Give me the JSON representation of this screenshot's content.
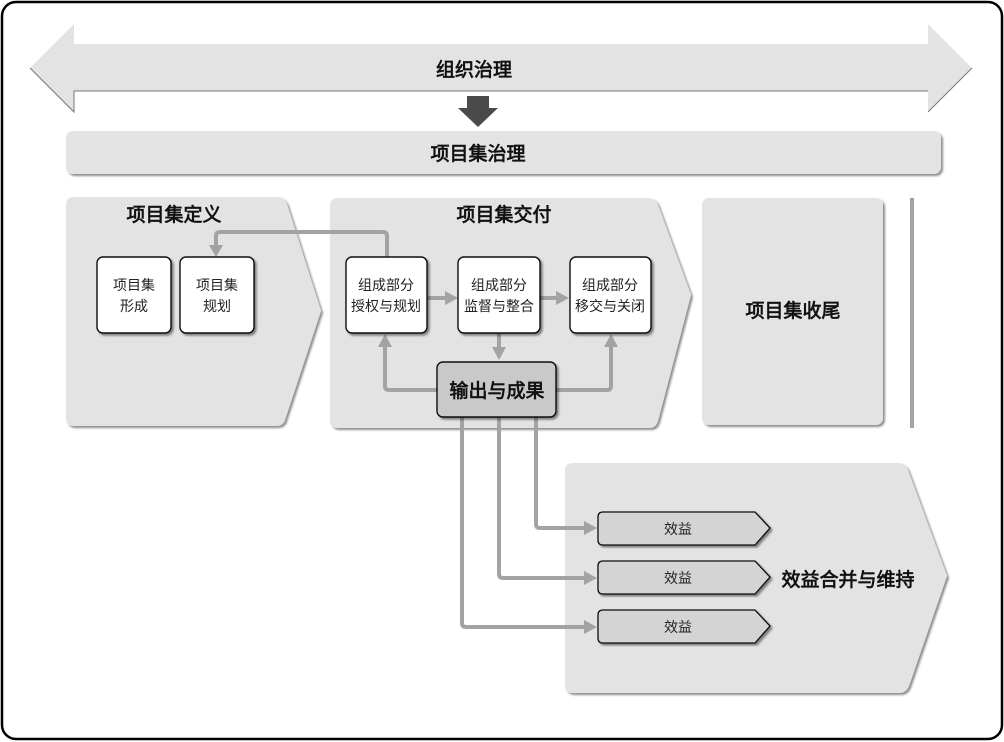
{
  "organizational_governance": {
    "label": "组织治理"
  },
  "program_governance": {
    "label": "项目集治理"
  },
  "program_definition": {
    "title": "项目集定义",
    "steps": [
      {
        "line1": "项目集",
        "line2": "形成"
      },
      {
        "line1": "项目集",
        "line2": "规划"
      }
    ]
  },
  "program_delivery": {
    "title": "项目集交付",
    "components": [
      {
        "line1": "组成部分",
        "line2": "授权与规划"
      },
      {
        "line1": "组成部分",
        "line2": "监督与整合"
      },
      {
        "line1": "组成部分",
        "line2": "移交与关闭"
      }
    ],
    "outputs": "输出与成果"
  },
  "program_closure": {
    "label": "项目集收尾"
  },
  "benefits_sustainment": {
    "title": "效益合并与维持",
    "benefits": [
      "效益",
      "效益",
      "效益"
    ]
  }
}
